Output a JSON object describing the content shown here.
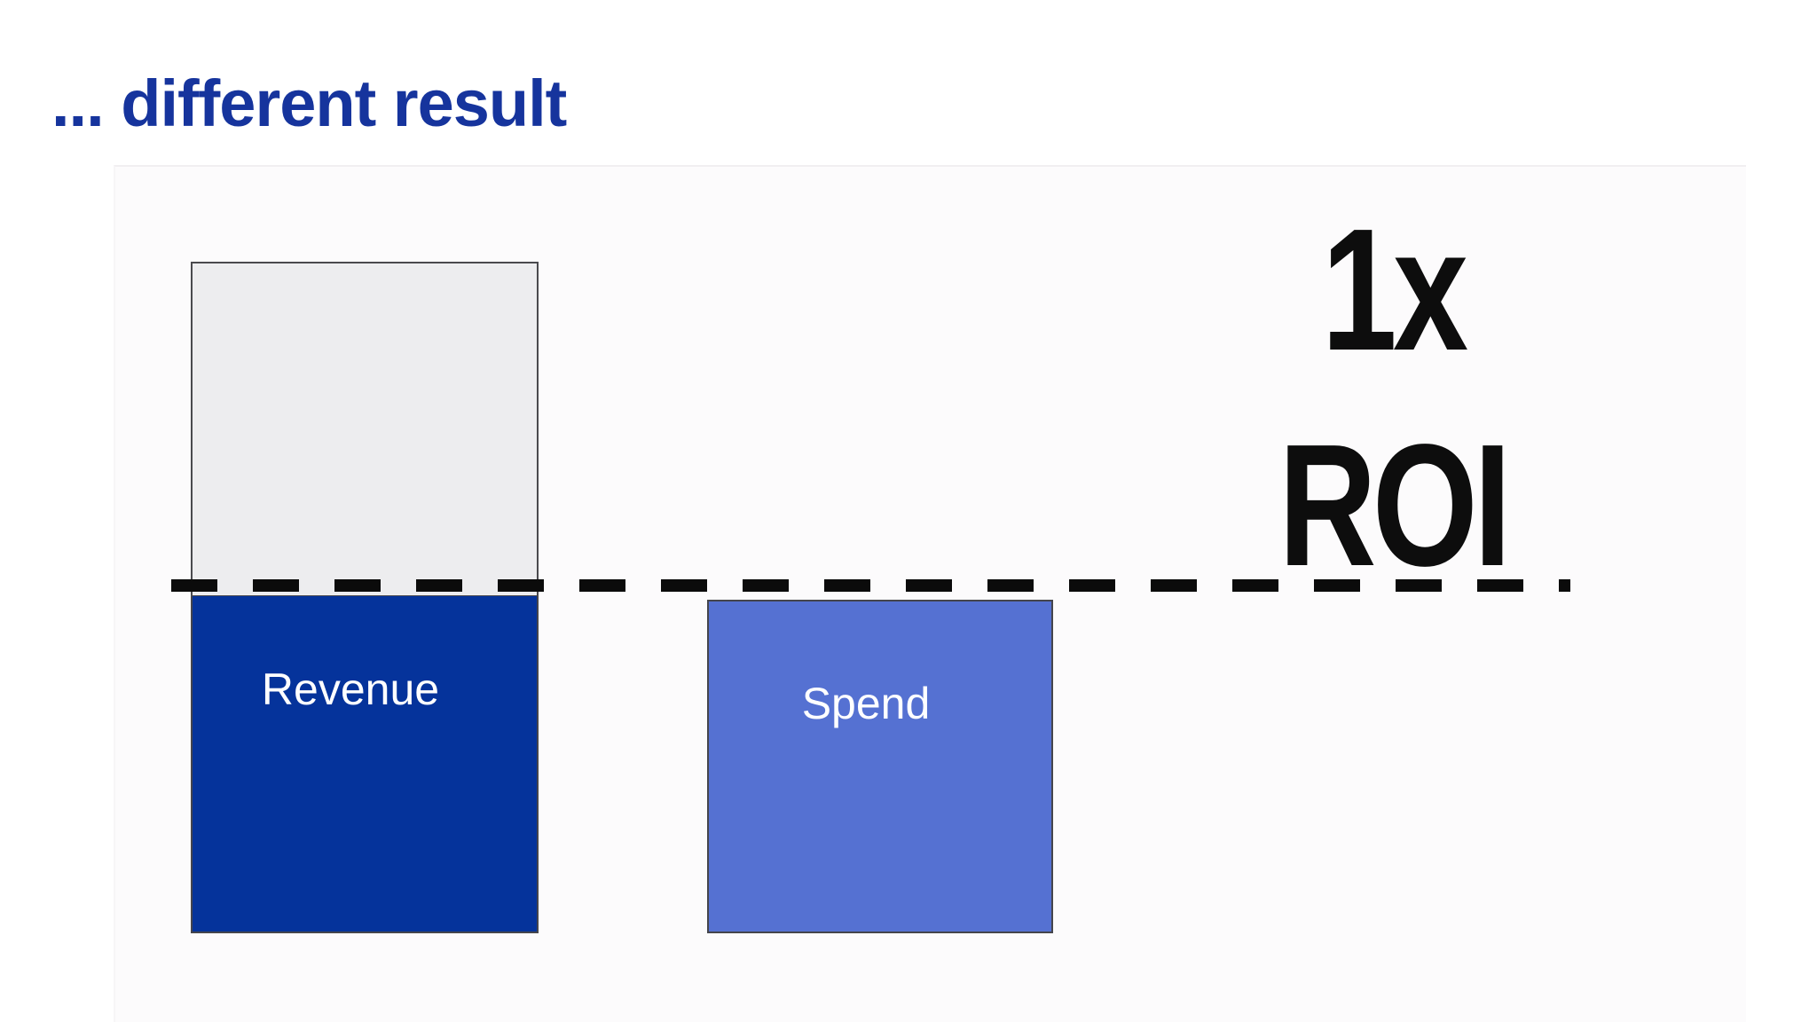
{
  "title": {
    "text": "... different result",
    "color": "#16349D"
  },
  "bars": {
    "revenue": {
      "label": "Revenue",
      "fill": "#05339B",
      "text_color": "#FFFFFF"
    },
    "spend": {
      "label": "Spend",
      "fill": "#5571D2",
      "text_color": "#FFFFFF"
    },
    "unrealized_block": {
      "fill": "#EDEDEF",
      "border": "#4A4A4E"
    }
  },
  "roi_annotation": {
    "line1": "1x",
    "line2": "ROI",
    "color": "#0D0D0D"
  },
  "reference_line": {
    "style": "dashed",
    "color": "#0B0B0B"
  },
  "chart_data": {
    "type": "bar",
    "title": "... different result",
    "categories": [
      "Revenue",
      "Spend"
    ],
    "series": [
      {
        "name": "Revenue (blue, below ROI line)",
        "values": [
          1,
          0
        ],
        "color": "#05339B"
      },
      {
        "name": "Spend (periwinkle, below ROI line)",
        "values": [
          0,
          1
        ],
        "color": "#5571D2"
      },
      {
        "name": "Gray block above ROI line (Revenue column only)",
        "values": [
          1,
          0
        ],
        "color": "#EDEDEF"
      }
    ],
    "reference_line": {
      "y": 1,
      "style": "dashed",
      "color": "#0B0B0B",
      "annotation": "1x ROI",
      "annotation_position": "right"
    },
    "ylim": [
      0,
      2
    ],
    "units": "multiples of spend",
    "xlabel": "",
    "ylabel": "",
    "grid": false,
    "legend": false,
    "axes_shown": false,
    "bar_labels_inside": true
  }
}
